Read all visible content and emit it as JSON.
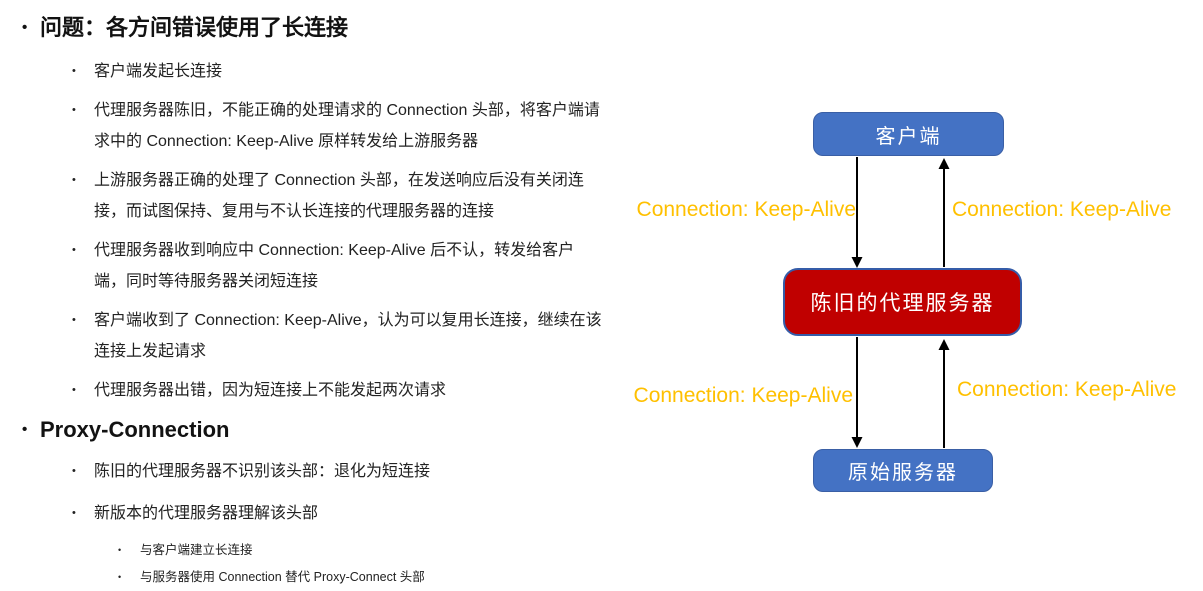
{
  "section1": {
    "title": "问题：各方间错误使用了长连接",
    "bullets": [
      "客户端发起长连接",
      "代理服务器陈旧，不能正确的处理请求的 Connection 头部，将客户端请求中的 Connection: Keep-Alive 原样转发给上游服务器",
      "上游服务器正确的处理了 Connection 头部，在发送响应后没有关闭连接，而试图保持、复用与不认长连接的代理服务器的连接",
      "代理服务器收到响应中 Connection: Keep-Alive 后不认，转发给客户端，同时等待服务器关闭短连接",
      "客户端收到了 Connection: Keep-Alive，认为可以复用长连接，继续在该连接上发起请求",
      "代理服务器出错，因为短连接上不能发起两次请求"
    ]
  },
  "section2": {
    "title": "Proxy-Connection",
    "bullets": [
      "陈旧的代理服务器不识别该头部：退化为短连接",
      "新版本的代理服务器理解该头部"
    ],
    "subbullets": [
      "与客户端建立长连接",
      "与服务器使用 Connection 替代 Proxy-Connect 头部"
    ]
  },
  "diagram": {
    "client_label": "客户端",
    "proxy_label": "陈旧的代理服务器",
    "origin_label": "原始服务器",
    "keepalive_label": "Connection: Keep-Alive",
    "colors": {
      "node_blue": "#4472C4",
      "node_red": "#C00000",
      "label_orange": "#FFC000",
      "arrow_black": "#000000"
    }
  }
}
